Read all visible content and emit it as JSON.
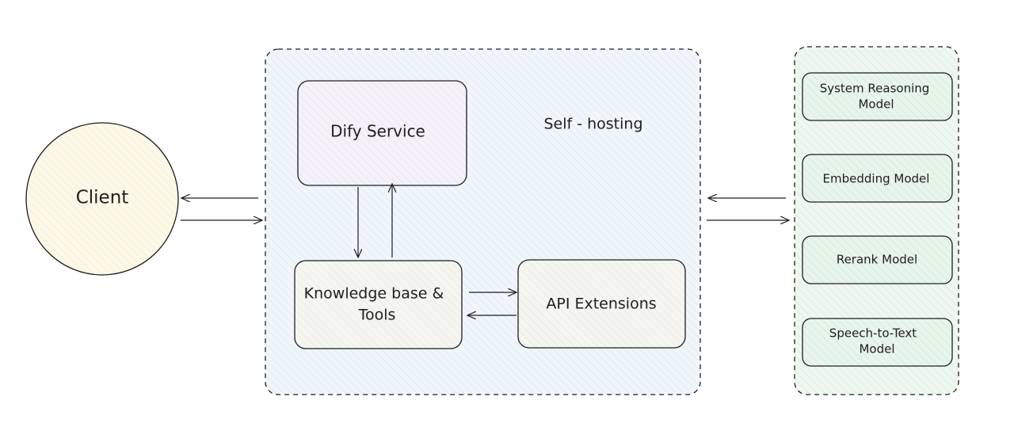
{
  "diagram": {
    "client": {
      "label": "Client"
    },
    "self_hosting": {
      "title": "Self - hosting",
      "dify_service": "Dify Service",
      "knowledge_base": {
        "line1": "Knowledge base &",
        "line2": "Tools"
      },
      "api_extensions": "API Extensions"
    },
    "models": {
      "items": [
        {
          "line1": "System Reasoning",
          "line2": "Model"
        },
        {
          "line1": "Embedding Model",
          "line2": ""
        },
        {
          "line1": "Rerank Model",
          "line2": ""
        },
        {
          "line1": "Speech-to-Text",
          "line2": "Model"
        }
      ]
    }
  },
  "colors": {
    "stroke": "#1e1e1e",
    "client_fill": "#fbf8e6",
    "self_hosting_fill": "#eef4fa",
    "dify_fill": "#f3f0f7",
    "tool_fill": "#f4f5ef",
    "model_fill": "#e9f6ec"
  }
}
